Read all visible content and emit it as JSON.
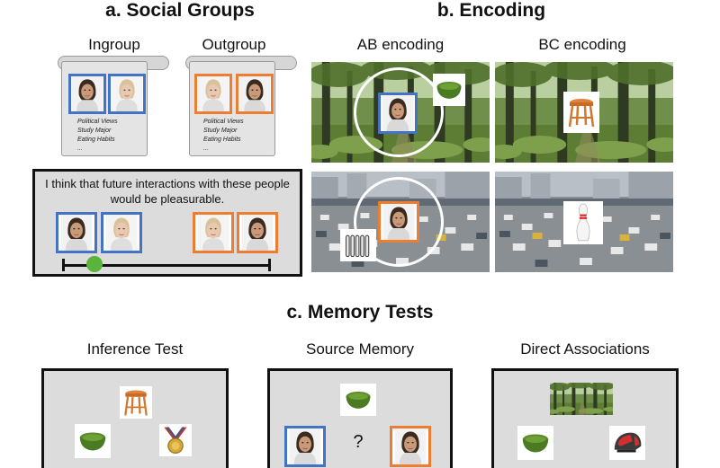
{
  "panels": {
    "a": {
      "title": "a. Social Groups",
      "ingroup_label": "Ingroup",
      "outgroup_label": "Outgroup",
      "traits": [
        "Political Views",
        "Study Major",
        "Eating Habits",
        "..."
      ],
      "statement": "I think that future interactions with these people would be pleasurable."
    },
    "b": {
      "title": "b. Encoding",
      "ab_label": "AB encoding",
      "bc_label": "BC encoding"
    },
    "c": {
      "title": "c. Memory Tests",
      "tests": [
        "Inference Test",
        "Source Memory",
        "Direct Associations"
      ],
      "question_mark": "?"
    }
  },
  "colors": {
    "ingroup": "#4472c4",
    "outgroup": "#ed7d31",
    "slider_knob": "#5ab43c",
    "panel_bg": "#dcdcdc"
  },
  "icons": [
    "face-photo",
    "bowl-object",
    "stool-object",
    "bowling-pin-object",
    "radiator-object",
    "medal-object",
    "helmet-object",
    "forest-scene",
    "traffic-scene"
  ]
}
